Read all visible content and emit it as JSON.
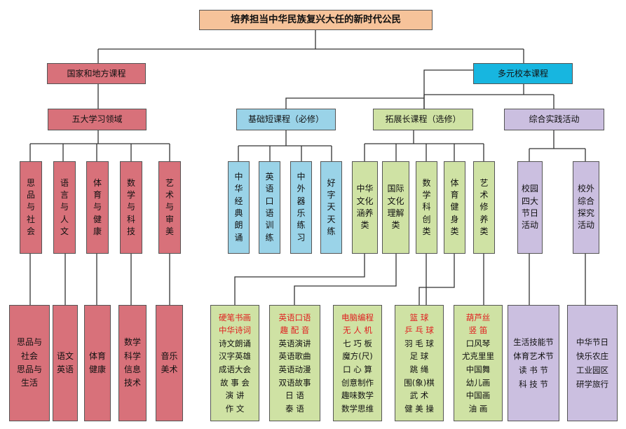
{
  "root": "培养担当中华民族复兴大任的新时代公民",
  "national": {
    "label": "国家和地方课程",
    "domains": {
      "label": "五大学习领域",
      "items": [
        "思\n品\n与\n社\n会",
        "语\n言\n与\n人\n文",
        "体\n育\n与\n健\n康",
        "数\n学\n与\n科\n技",
        "艺\n术\n与\n审\n美"
      ],
      "leaves": [
        "思品与\n社会\n思品与\n生活",
        "语文\n英语",
        "体育\n健康",
        "数学\n科学\n信息\n技术",
        "音乐\n美术"
      ]
    }
  },
  "school": {
    "label": "多元校本课程",
    "basic": {
      "label": "基础短课程（必修）",
      "items": [
        "中\n华\n经\n典\n朗\n诵",
        "英\n语\n口\n语\n训\n练",
        "中\n外\n器\n乐\n练\n习",
        "好\n字\n天\n天\n练"
      ]
    },
    "extended": {
      "label": "拓展长课程（选修）",
      "items": [
        "中华\n文化\n涵养\n类",
        "国际\n文化\n理解\n类",
        "数\n学\n科\n创\n类",
        "体\n育\n健\n身\n类",
        "艺\n术\n修\n养\n类"
      ],
      "leaves": [
        {
          "highlight": "硬笔书画\n中华诗词",
          "normal": "诗文朗诵\n汉字英雄\n成语大会\n故 事 会\n演    讲\n作    文"
        },
        {
          "highlight": "英语口语\n趣 配 音",
          "normal": "英语演讲\n英语歌曲\n英语动漫\n双语故事\n日    语\n泰    语"
        },
        {
          "highlight": "电脑编程\n无 人 机",
          "normal": "七 巧 板\n魔方(尺)\n口 心 算\n创意制作\n趣味数学\n数学思维"
        },
        {
          "highlight": "篮    球\n乒 乓 球",
          "normal": "羽 毛 球\n足    球\n跳    绳\n围(象)棋\n武    术\n健 美 操"
        },
        {
          "highlight": "葫芦丝\n竖  笛",
          "normal": "口风琴\n尤克里里\n中国舞\n幼儿画\n中国画\n油  画"
        }
      ]
    },
    "practice": {
      "label": "综合实践活动",
      "items": [
        "校园\n四大\n节日\n活动",
        "校外\n综合\n探究\n活动"
      ],
      "leaves": [
        "生活技能节\n体育艺术节\n读  书  节\n科  技  节",
        "中华节日\n快乐农庄\n工业园区\n研学旅行"
      ]
    }
  },
  "colors": {
    "root": "#f6c39a",
    "red": "#d8717a",
    "blue": "#17b6e0",
    "lightblue": "#9ad3e8",
    "green": "#cfe2a4",
    "purple": "#cbbfe0"
  }
}
